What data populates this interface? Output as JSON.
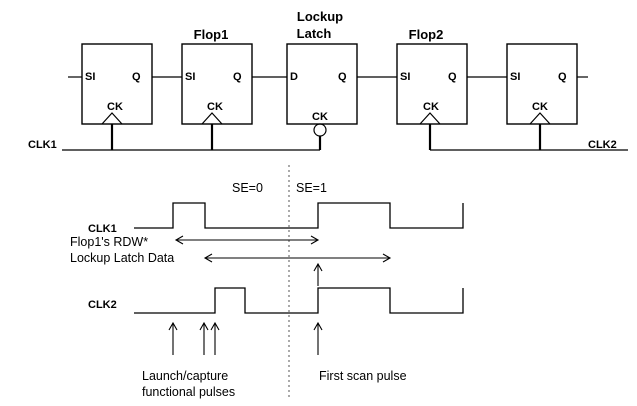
{
  "colors": {
    "line": "#000000",
    "background": "#ffffff",
    "divider": "#555555"
  },
  "cells": [
    {
      "title_lines": [],
      "in_pin": "SI",
      "out_pin": "Q",
      "clk_pin": "CK",
      "clk_inverted": false
    },
    {
      "title_lines": [
        "Flop1"
      ],
      "in_pin": "SI",
      "out_pin": "Q",
      "clk_pin": "CK",
      "clk_inverted": false
    },
    {
      "title_lines": [
        "Lockup",
        "Latch"
      ],
      "in_pin": "D",
      "out_pin": "Q",
      "clk_pin": "CK",
      "clk_inverted": true
    },
    {
      "title_lines": [
        "Flop2"
      ],
      "in_pin": "SI",
      "out_pin": "Q",
      "clk_pin": "CK",
      "clk_inverted": false
    },
    {
      "title_lines": [],
      "in_pin": "SI",
      "out_pin": "Q",
      "clk_pin": "CK",
      "clk_inverted": false
    }
  ],
  "clock_nets": {
    "left": "CLK1",
    "right": "CLK2"
  },
  "timing": {
    "se_left": "SE=0",
    "se_right": "SE=1",
    "clk1_label": "CLK1",
    "clk2_label": "CLK2",
    "rdw_label": "Flop1's RDW*",
    "latch_data_label": "Lockup Latch Data",
    "launch_label_lines": [
      "Launch/capture",
      "functional pulses"
    ],
    "scan_label": "First scan pulse"
  }
}
